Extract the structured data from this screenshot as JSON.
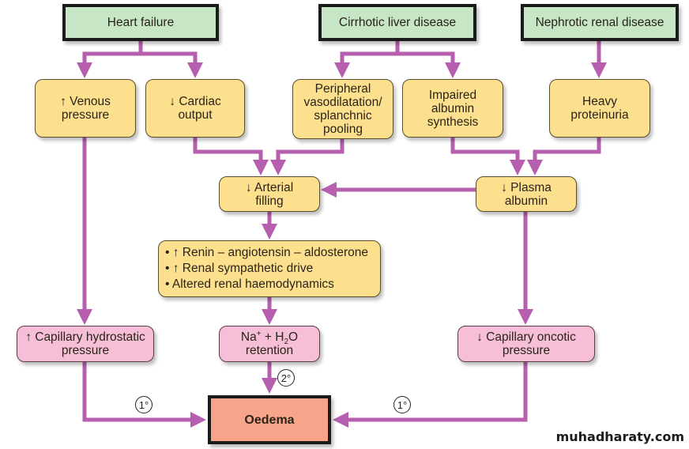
{
  "colors": {
    "connector": "#b55fae",
    "source_fill": "#c6e6c6",
    "intermediate_fill": "#fde08e",
    "capillary_fill": "#f6bfd7",
    "outcome_fill": "#f7a58a"
  },
  "sources": {
    "heart_failure": "Heart failure",
    "cirrhotic_liver": "Cirrhotic liver disease",
    "nephrotic_renal": "Nephrotic renal disease"
  },
  "intermediates": {
    "venous_pressure": [
      "↑ Venous",
      "pressure"
    ],
    "cardiac_output": [
      "↓ Cardiac",
      "output"
    ],
    "peripheral_vasodilatation": [
      "Peripheral",
      "vasodilatation/",
      "splanchnic",
      "pooling"
    ],
    "impaired_albumin": [
      "Impaired",
      "albumin",
      "synthesis"
    ],
    "heavy_proteinuria": [
      "Heavy",
      "proteinuria"
    ],
    "arterial_filling": [
      "↓ Arterial",
      "filling"
    ],
    "plasma_albumin": [
      "↓ Plasma",
      "albumin"
    ],
    "renal_mechanisms": [
      "• ↑ Renin – angiotensin – aldosterone",
      "• ↑ Renal sympathetic drive",
      "• Altered renal haemodynamics"
    ]
  },
  "capillary": {
    "hydrostatic": [
      "↑ Capillary hydrostatic",
      "pressure"
    ],
    "retention": {
      "na": "Na",
      "na_sup": "+",
      "plus": " + H",
      "h_sub": "2",
      "o": "O",
      "line2": "retention"
    },
    "oncotic": [
      "↓ Capillary oncotic",
      "pressure"
    ]
  },
  "outcome": "Oedema",
  "labels": {
    "primary_left": "1°",
    "secondary": "2°",
    "primary_right": "1°"
  },
  "watermark": "muhadharaty.com"
}
